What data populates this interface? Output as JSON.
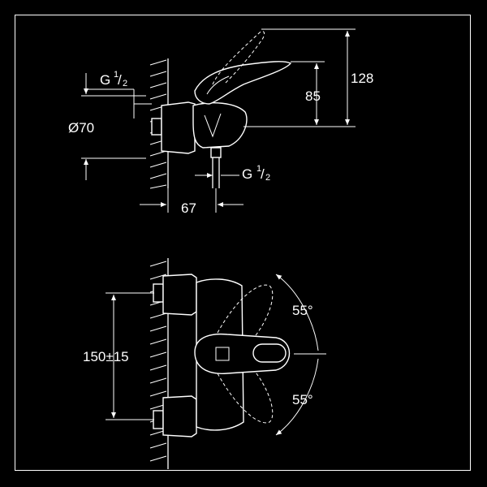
{
  "dimensions": {
    "top_thread": {
      "base": "G",
      "sup": "1",
      "sub": "2"
    },
    "diameter": "Ø70",
    "bottom_thread": {
      "base": "G",
      "sup": "1",
      "sub": "2"
    },
    "wall_offset": "67",
    "height_total": "128",
    "height_outlet": "85",
    "center_distance": "150±15",
    "angle_up": "55°",
    "angle_down": "55°"
  },
  "colors": {
    "background": "#000000",
    "lines": "#ffffff"
  }
}
